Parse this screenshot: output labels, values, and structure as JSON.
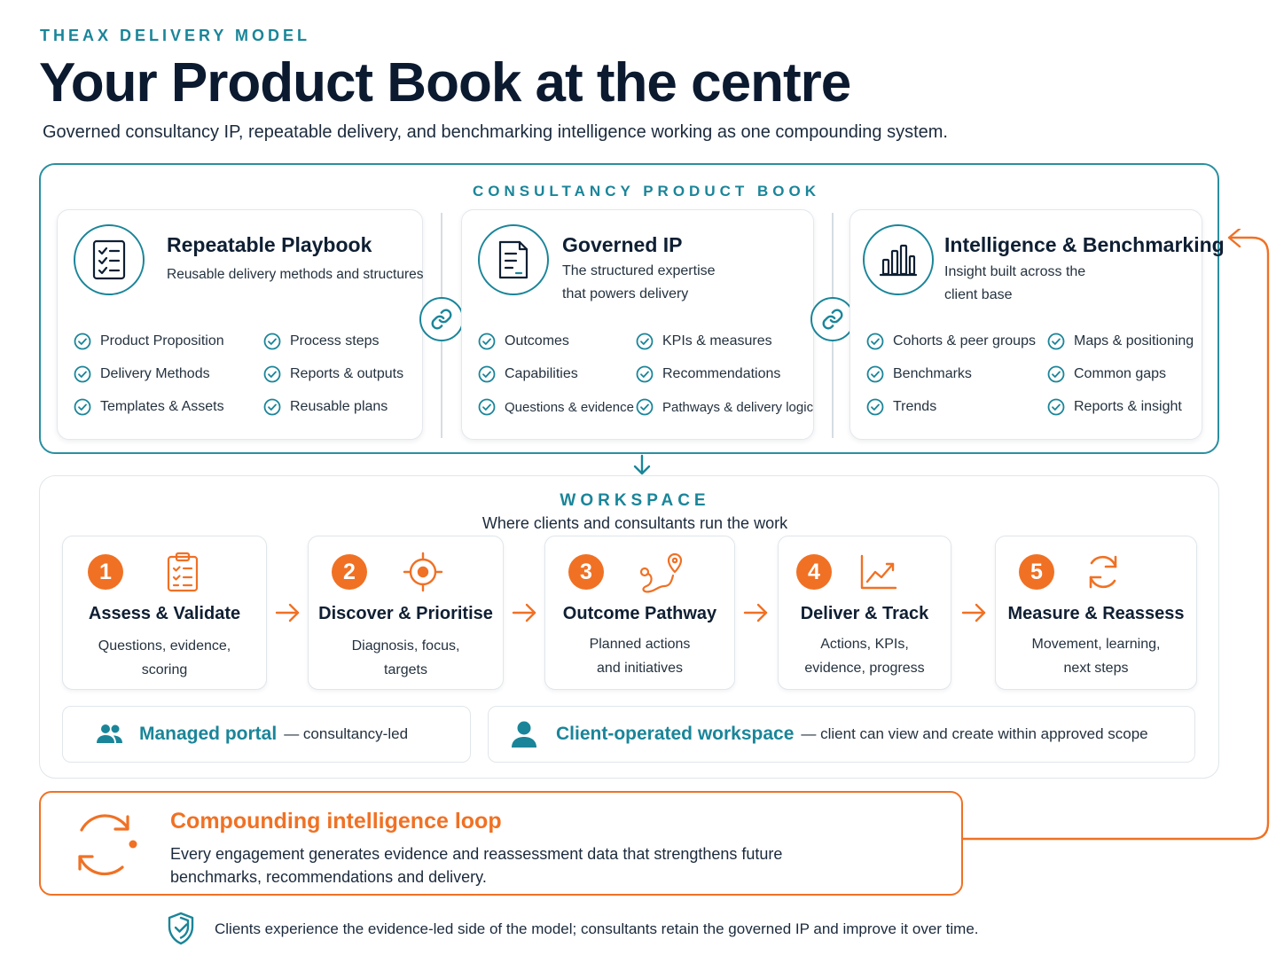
{
  "eyebrow": "THEAX DELIVERY MODEL",
  "title": "Your Product Book at the centre",
  "subtitle": "Governed consultancy IP, repeatable delivery, and benchmarking intelligence working as one compounding system.",
  "product_book": {
    "heading": "CONSULTANCY PRODUCT BOOK",
    "cards": [
      {
        "title": "Repeatable Playbook",
        "description": "Reusable delivery methods and structures",
        "icon": "checklist-icon",
        "items": [
          "Product Proposition",
          "Process steps",
          "Delivery Methods",
          "Reports & outputs",
          "Templates & Assets",
          "Reusable plans"
        ]
      },
      {
        "title": "Governed IP",
        "description_line1": "The structured expertise",
        "description_line2": "that powers delivery",
        "icon": "document-icon",
        "items": [
          "Outcomes",
          "KPIs & measures",
          "Capabilities",
          "Recommendations",
          "Questions & evidence",
          "Pathways & delivery logic"
        ]
      },
      {
        "title": "Intelligence & Benchmarking",
        "description_line1": "Insight built across the",
        "description_line2": "client base",
        "icon": "bar-chart-icon",
        "items": [
          "Cohorts & peer groups",
          "Maps & positioning",
          "Benchmarks",
          "Common gaps",
          "Trends",
          "Reports & insight"
        ]
      }
    ]
  },
  "workspace": {
    "heading": "WORKSPACE",
    "subheading": "Where clients and consultants run the work",
    "steps": [
      {
        "number": "1",
        "title": "Assess & Validate",
        "line1": "Questions, evidence,",
        "line2": "scoring",
        "icon": "clipboard-icon"
      },
      {
        "number": "2",
        "title": "Discover & Prioritise",
        "line1": "Diagnosis, focus,",
        "line2": "targets",
        "icon": "target-icon"
      },
      {
        "number": "3",
        "title": "Outcome Pathway",
        "line1": "Planned actions",
        "line2": "and initiatives",
        "icon": "route-icon"
      },
      {
        "number": "4",
        "title": "Deliver & Track",
        "line1": "Actions, KPIs,",
        "line2": "evidence, progress",
        "icon": "trend-icon"
      },
      {
        "number": "5",
        "title": "Measure & Reassess",
        "line1": "Movement, learning,",
        "line2": "next steps",
        "icon": "refresh-icon"
      }
    ],
    "modes": [
      {
        "strong": "Managed portal",
        "rest": "— consultancy-led",
        "icon": "team-icon"
      },
      {
        "strong": "Client-operated workspace",
        "rest": "— client can view and create within approved scope",
        "icon": "user-icon"
      }
    ]
  },
  "loop": {
    "title": "Compounding intelligence loop",
    "description": "Every engagement generates evidence and reassessment data that strengthens future benchmarks, recommendations and delivery."
  },
  "footer": {
    "text": "Clients experience the evidence-led side of the model; consultants retain the governed IP and improve it over time."
  },
  "colors": {
    "teal": "#1a8599",
    "orange": "#f07124",
    "navy": "#0c1a30"
  }
}
